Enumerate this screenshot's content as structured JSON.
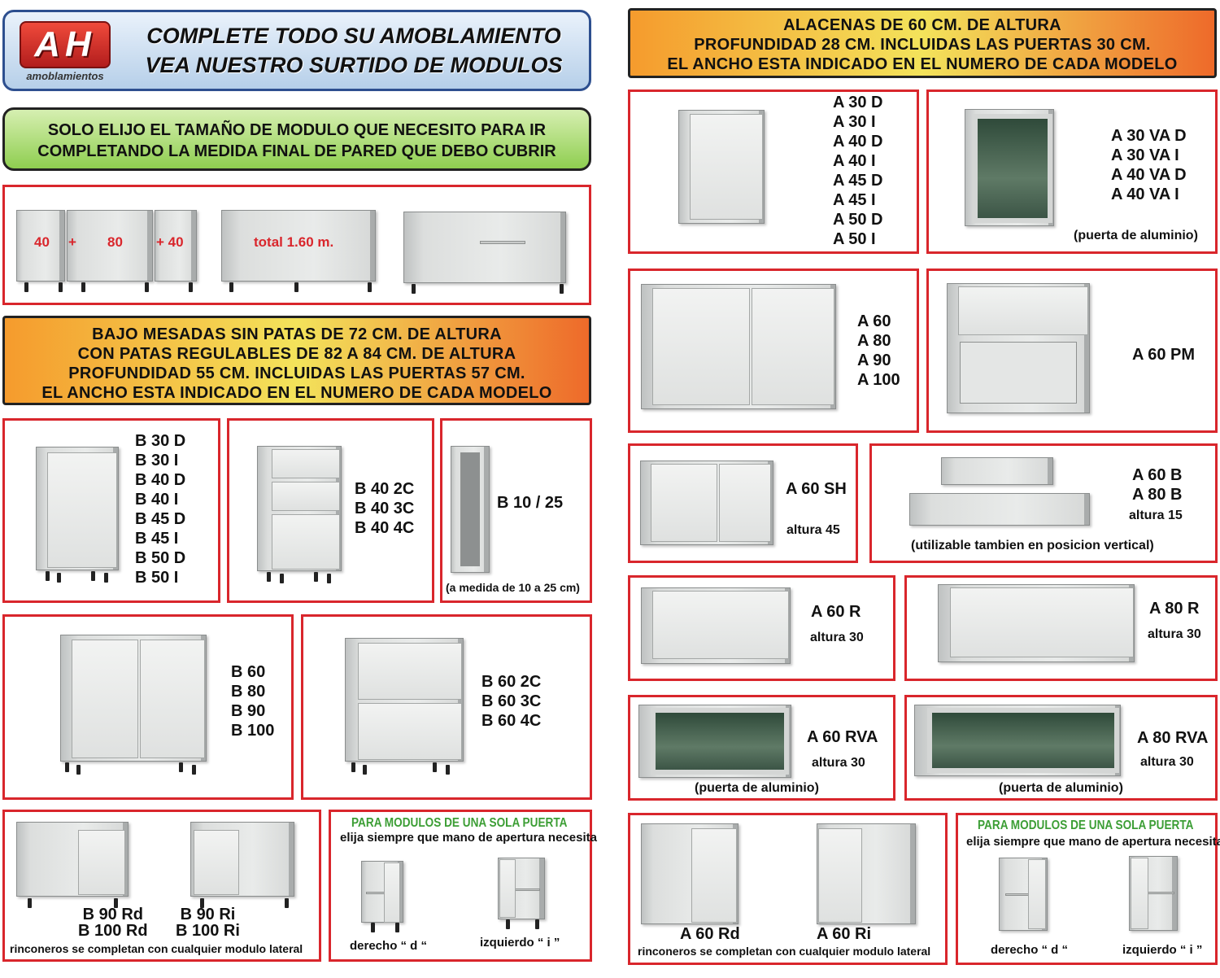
{
  "header": {
    "logo_text": "AH",
    "logo_sub": "amoblamientos",
    "title_line1": "COMPLETE TODO SU AMOBLAMIENTO",
    "title_line2": "VEA NUESTRO SURTIDO DE MODULOS"
  },
  "green_banner": {
    "line1": "SOLO ELIJO EL TAMAÑO DE MODULO QUE NECESITO PARA IR",
    "line2": "COMPLETANDO LA MEDIDA FINAL DE PARED QUE DEBO CUBRIR"
  },
  "example_row": {
    "n40a": "40",
    "plus1": "+",
    "n80": "80",
    "plus2": "+ 40",
    "total": "total 1.60 m."
  },
  "bajo_banner": {
    "line1": "BAJO MESADAS SIN PATAS DE 72 CM. DE ALTURA",
    "line2": "CON PATAS REGULABLES DE 82 A 84 CM. DE ALTURA",
    "line3": "PROFUNDIDAD 55 CM. INCLUIDAS LAS PUERTAS 57 CM.",
    "line4": "EL ANCHO ESTA INDICADO EN EL NUMERO DE CADA MODELO"
  },
  "alacenas_banner": {
    "line1": "ALACENAS DE 60 CM. DE ALTURA",
    "line2": "PROFUNDIDAD 28 CM. INCLUIDAS LAS PUERTAS 30 CM.",
    "line3": "EL ANCHO ESTA INDICADO EN EL NUMERO DE CADA MODELO"
  },
  "bajo": {
    "b30": [
      "B 30 D",
      "B 30 I",
      "B 40 D",
      "B 40 I",
      "B 45 D",
      "B 45 I",
      "B 50 D",
      "B 50 I"
    ],
    "b40c": [
      "B 40 2C",
      "B 40 3C",
      "B 40 4C"
    ],
    "b10": {
      "label": "B 10 / 25",
      "note": "(a medida de 10 a 25 cm)"
    },
    "b60": [
      "B 60",
      "B 80",
      "B 90",
      "B 100"
    ],
    "b60c": [
      "B 60 2C",
      "B 60 3C",
      "B 60 4C"
    ],
    "corner": {
      "rd1": "B 90 Rd",
      "rd2": "B 100 Rd",
      "ri1": "B 90 Ri",
      "ri2": "B 100 Ri",
      "note": "rinconeros se completan con cualquier modulo lateral"
    },
    "single": {
      "title": "PARA MODULOS DE UNA SOLA PUERTA",
      "sub": "elija siempre que mano de apertura necesita",
      "right": "derecho “ d “",
      "left": "izquierdo “ i ”"
    }
  },
  "alacenas": {
    "a30": [
      "A 30 D",
      "A 30 I",
      "A 40 D",
      "A 40 I",
      "A 45 D",
      "A 45 I",
      "A 50 D",
      "A 50 I"
    ],
    "a30va": [
      "A 30 VA D",
      "A 30 VA I",
      "A 40 VA D",
      "A 40 VA I"
    ],
    "a30va_note": "(puerta de aluminio)",
    "a60": [
      "A 60",
      "A 80",
      "A 90",
      "A 100"
    ],
    "a60pm": "A 60 PM",
    "a60sh": {
      "label": "A 60 SH",
      "height": "altura 45"
    },
    "a60b": {
      "l1": "A 60 B",
      "l2": "A 80 B",
      "height": "altura 15",
      "note": "(utilizable tambien en posicion vertical)"
    },
    "a60r": {
      "label": "A 60 R",
      "height": "altura 30"
    },
    "a80r": {
      "label": "A 80 R",
      "height": "altura 30"
    },
    "a60rva": {
      "label": "A 60 RVA",
      "height": "altura 30",
      "note": "(puerta de aluminio)"
    },
    "a80rva": {
      "label": "A 80 RVA",
      "height": "altura 30",
      "note": "(puerta de aluminio)"
    },
    "corner": {
      "rd": "A 60 Rd",
      "ri": "A 60 Ri",
      "note": "rinconeros se completan con cualquier modulo lateral"
    },
    "single": {
      "title": "PARA MODULOS DE UNA SOLA PUERTA",
      "sub": "elija siempre que mano de apertura necesita",
      "right": "derecho “ d “",
      "left": "izquierdo “ i ”"
    }
  }
}
